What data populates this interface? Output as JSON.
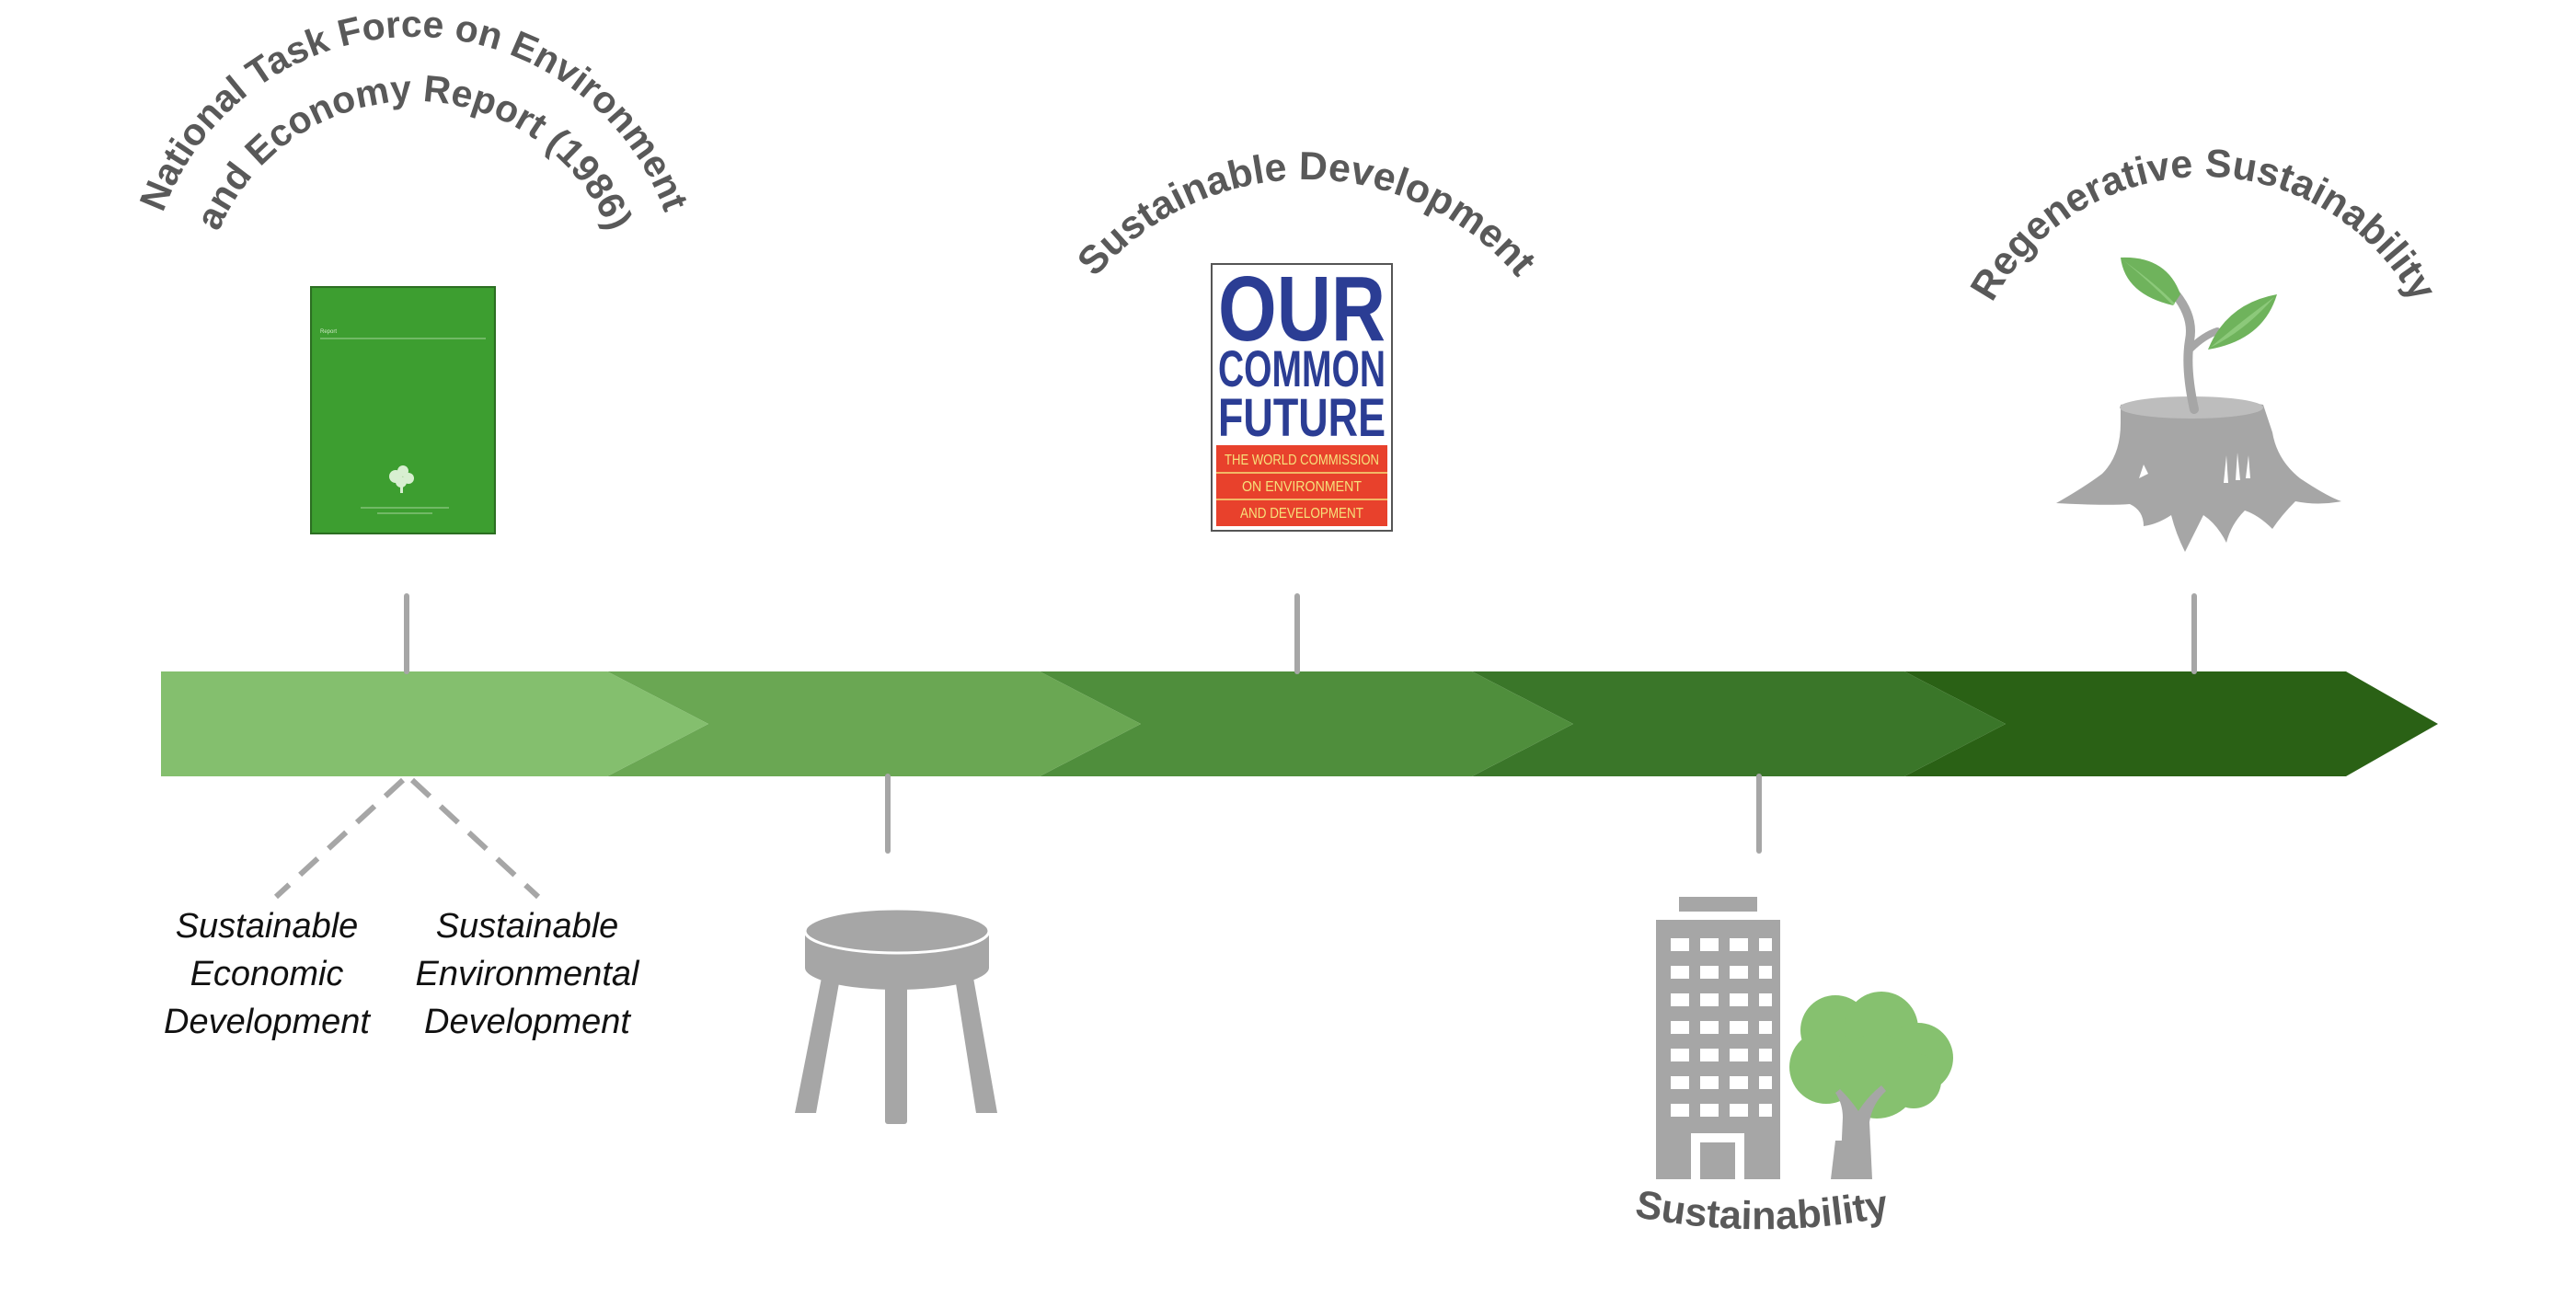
{
  "timeline": {
    "milestones_top": [
      {
        "label_line1": "National Task Force on Environment",
        "label_line2": "and Economy Report (1986)"
      },
      {
        "label": "Sustainable Development"
      },
      {
        "label": "Regenerative Sustainability"
      }
    ],
    "milestones_bottom": [
      {
        "label": "Sustainability"
      }
    ],
    "branch_labels": {
      "economic": [
        "Sustainable",
        "Economic",
        "Development"
      ],
      "environmental": [
        "Sustainable",
        "Environmental",
        "Development"
      ]
    }
  },
  "report_cover": {
    "heading": "Report"
  },
  "book_cover": {
    "title_lines": [
      "OUR",
      "COMMON",
      "FUTURE"
    ],
    "subtitle_lines": [
      "THE WORLD COMMISSION",
      "ON ENVIRONMENT",
      "AND DEVELOPMENT"
    ]
  },
  "colors": {
    "arrow_segments": [
      "#84bf6e",
      "#6aa753",
      "#4f8e3c",
      "#3a7629",
      "#2a6115"
    ],
    "connector_gray": "#a6a6a6",
    "icon_gray": "#a6a6a6",
    "leaf_green": "#6fb35c",
    "tree_green": "#86c16f",
    "label_gray": "#595959",
    "report_green": "#3a9a2e",
    "book_blue": "#2b3d94",
    "book_red": "#e8412c",
    "book_yellow": "#f6e07a"
  },
  "icons": [
    "report-cover",
    "book-cover",
    "sprout-stump-icon",
    "stool-icon",
    "building-icon",
    "tree-icon"
  ]
}
